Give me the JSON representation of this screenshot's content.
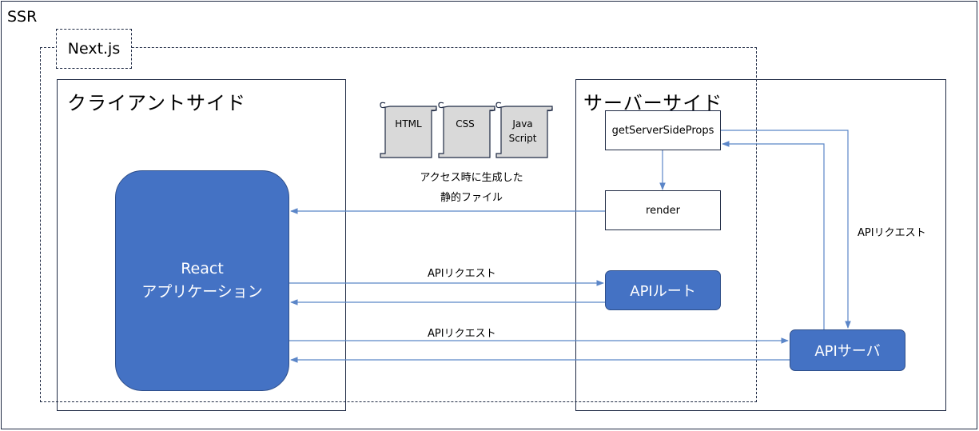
{
  "frame": {
    "label": "SSR"
  },
  "nextjs": {
    "label": "Next.js"
  },
  "client_side": {
    "title": "クライアントサイド",
    "app": {
      "line1": "React",
      "line2": "アプリケーション"
    }
  },
  "server_side": {
    "title": "サーバーサイド",
    "get_server_side_props": "getServerSideProps",
    "render": "render",
    "api_route": "APIルート"
  },
  "api_server": "APIサーバ",
  "static_files": {
    "docs": [
      {
        "line1": "HTML",
        "line2": ""
      },
      {
        "line1": "CSS",
        "line2": ""
      },
      {
        "line1": "Java",
        "line2": "Script"
      }
    ],
    "caption_line1": "アクセス時に生成した",
    "caption_line2": "静的ファイル"
  },
  "edges": {
    "api_request_route": "APIリクエスト",
    "api_request_server": "APIリクエスト",
    "api_request_gssp": "APIリクエスト"
  },
  "colors": {
    "accent": "#4472c4",
    "arrow": "#5b86c8",
    "border": "#1f2a44",
    "doc_fill": "#d9d9d9"
  }
}
